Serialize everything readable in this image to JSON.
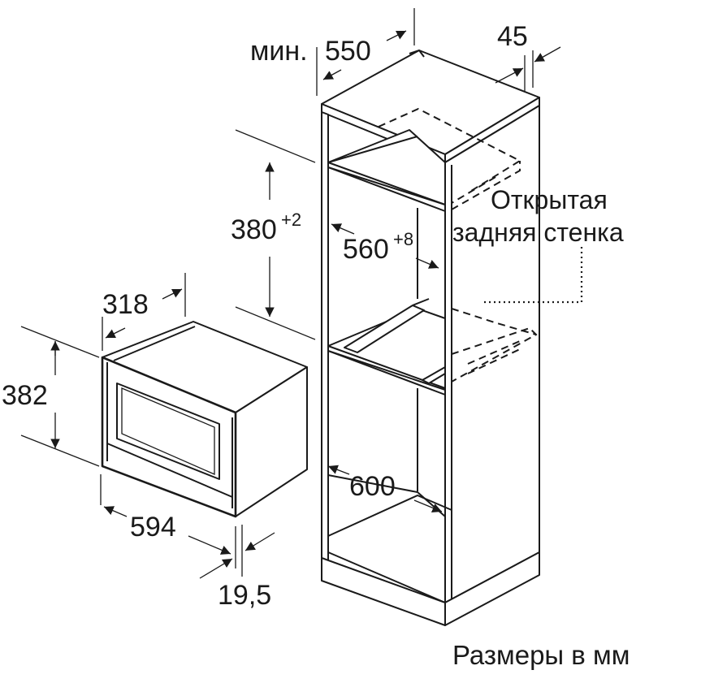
{
  "dimensions": {
    "min_depth_prefix": "мин.",
    "min_depth": "550",
    "top_offset": "45",
    "niche_height": "380",
    "niche_height_tolerance": "+2",
    "niche_width": "560",
    "niche_width_tolerance": "+8",
    "cabinet_depth": "600",
    "appliance_depth": "318",
    "appliance_height": "382",
    "appliance_width": "594",
    "front_thickness": "19,5"
  },
  "notes": {
    "open_back_line1": "Открытая",
    "open_back_line2": "задняя стенка"
  },
  "caption": "Размеры в мм"
}
